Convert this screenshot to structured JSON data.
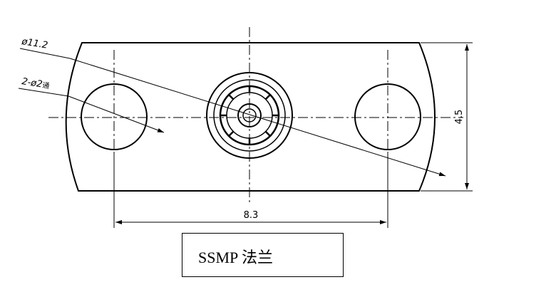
{
  "labels": {
    "flange_diameter": "ø11.2",
    "hole_callout": "2-ø2",
    "hole_callout_suffix": "通",
    "height_dim": "4.5",
    "hole_spacing_dim": "8.3"
  },
  "caption": "SSMP 法兰",
  "colors": {
    "line": "#000000",
    "background": "#ffffff"
  }
}
